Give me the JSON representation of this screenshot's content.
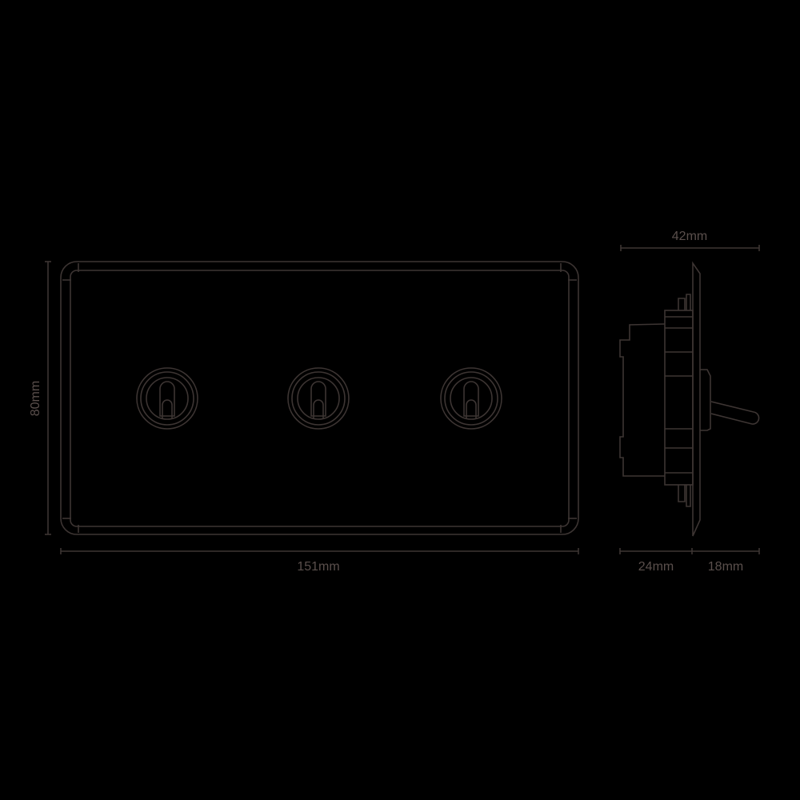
{
  "diagram": {
    "type": "technical-drawing",
    "subject": "triple toggle switch plate",
    "colors": {
      "background": "#000000",
      "line": "#3d3533",
      "text": "#5a4f4c"
    },
    "front_view": {
      "width_label": "151mm",
      "height_label": "80mm",
      "toggle_count": 3
    },
    "side_view": {
      "depth_label": "42mm",
      "back_depth_label": "24mm",
      "front_depth_label": "18mm"
    }
  }
}
